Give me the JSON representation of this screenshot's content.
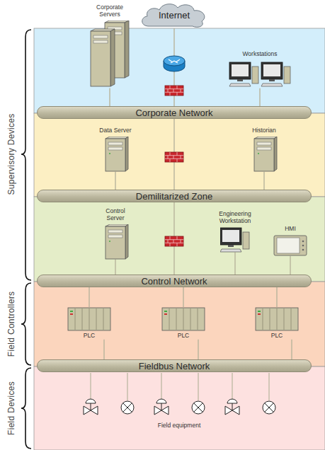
{
  "diagram": {
    "nodes": [
      {
        "text": [
          "Internet"
        ]
      },
      {
        "text": [
          "Corporate Servers"
        ]
      },
      {
        "text": [
          "Workstations"
        ]
      },
      {
        "text": [
          "Corporate Network"
        ]
      },
      {
        "text": [
          "Data Server"
        ]
      },
      {
        "text": [
          "Historian"
        ]
      },
      {
        "text": [
          "Demilitarized Zone"
        ]
      },
      {
        "text": [
          "Control Server"
        ]
      },
      {
        "text": [
          "Engineering Workstation"
        ]
      },
      {
        "text": [
          "HMI"
        ]
      },
      {
        "text": [
          "Control Network"
        ]
      },
      {
        "text": [
          "PLC"
        ]
      },
      {
        "text": [
          "PLC"
        ]
      },
      {
        "text": [
          "PLC"
        ]
      },
      {
        "text": [
          "Fieldbus Network"
        ]
      }
    ],
    "edges": [
      {
        "from": 0,
        "to": 3,
        "arrow": "none"
      },
      {
        "from": 1,
        "to": 3,
        "arrow": "none"
      },
      {
        "from": 2,
        "to": 3,
        "arrow": "none"
      },
      {
        "from": 3,
        "to": 6,
        "arrow": "none"
      },
      {
        "from": 4,
        "to": 6,
        "arrow": "none"
      },
      {
        "from": 5,
        "to": 6,
        "arrow": "none"
      },
      {
        "from": 6,
        "to": 10,
        "arrow": "none"
      },
      {
        "from": 7,
        "to": 10,
        "arrow": "none"
      },
      {
        "from": 8,
        "to": 10,
        "arrow": "none"
      },
      {
        "from": 9,
        "to": 10,
        "arrow": "none"
      },
      {
        "from": 10,
        "to": 11,
        "arrow": "none"
      },
      {
        "from": 10,
        "to": 12,
        "arrow": "none"
      },
      {
        "from": 10,
        "to": 13,
        "arrow": "none"
      },
      {
        "from": 11,
        "to": 14,
        "arrow": "none"
      },
      {
        "from": 12,
        "to": 14,
        "arrow": "none"
      },
      {
        "from": 13,
        "to": 14,
        "arrow": "none"
      }
    ],
    "labels": [
      "Supervisory Devices",
      "Field Controllers",
      "Field Devices",
      "Field equipment"
    ]
  }
}
